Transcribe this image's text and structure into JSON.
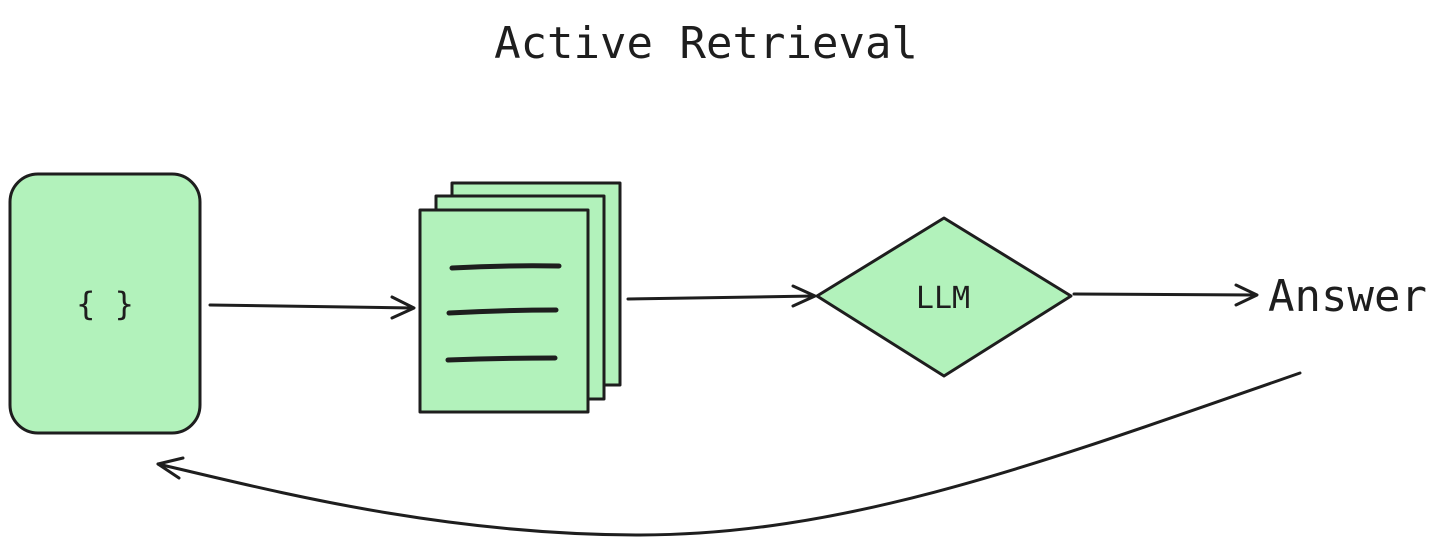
{
  "diagram": {
    "title": "Active Retrieval",
    "query_box_label": "{ }",
    "llm_label": "LLM",
    "answer_label": "Answer"
  },
  "colors": {
    "fill": "#b2f2bb",
    "stroke": "#1e1e1e",
    "background": "#ffffff"
  },
  "nodes": [
    {
      "id": "query",
      "shape": "rounded-rectangle",
      "icon": "curly-braces-icon"
    },
    {
      "id": "documents",
      "shape": "stacked-documents",
      "icon": "document-stack-icon"
    },
    {
      "id": "llm",
      "shape": "diamond"
    },
    {
      "id": "answer",
      "shape": "text"
    }
  ],
  "edges": [
    {
      "from": "query",
      "to": "documents"
    },
    {
      "from": "documents",
      "to": "llm"
    },
    {
      "from": "llm",
      "to": "answer"
    },
    {
      "from": "answer",
      "to": "query",
      "style": "curved"
    }
  ]
}
